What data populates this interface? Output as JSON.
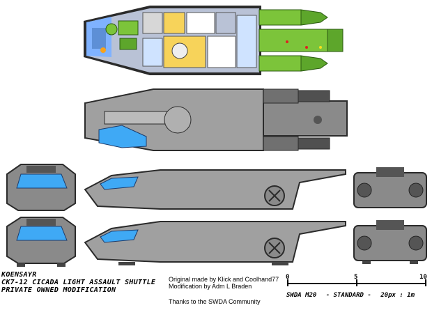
{
  "title": {
    "owner": "KOENSAYR",
    "model": "CK7-12 CICADA LIGHT ASSAULT SHUTTLE",
    "variant": "PRIVATE OWNED MODIFICATION"
  },
  "credits": {
    "original": "Original made by Klick and Coolhand77",
    "modification": "Modification by Adm L Braden",
    "thanks": "Thanks to the SWDA Community"
  },
  "scale": {
    "ticks": [
      "0",
      "5",
      "10"
    ],
    "standard": "SWDA M20",
    "label": "- STANDARD -",
    "ratio": "20px : 1m"
  },
  "colors": {
    "hull": "#a0a0a0",
    "hull_dark": "#606060",
    "cockpit_glass": "#3fa9f5",
    "engine_green": "#7cc43a",
    "deck_yellow": "#f7d35a"
  }
}
